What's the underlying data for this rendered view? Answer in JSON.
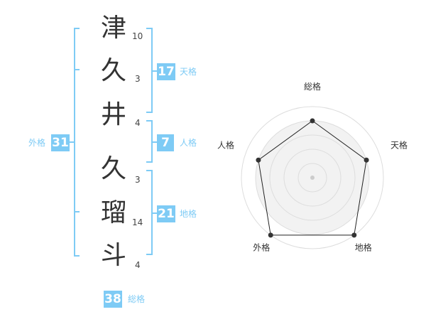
{
  "name": {
    "characters": [
      {
        "char": "津",
        "strokes": "10"
      },
      {
        "char": "久",
        "strokes": "3"
      },
      {
        "char": "井",
        "strokes": "4"
      },
      {
        "char": "久",
        "strokes": "3"
      },
      {
        "char": "瑠",
        "strokes": "14"
      },
      {
        "char": "斗",
        "strokes": "4"
      }
    ]
  },
  "fortunes": {
    "tenkaku": {
      "label": "天格",
      "value": "17"
    },
    "jinkaku": {
      "label": "人格",
      "value": "7"
    },
    "chikaku": {
      "label": "地格",
      "value": "21"
    },
    "gaikaku": {
      "label": "外格",
      "value": "31"
    },
    "soukaku": {
      "label": "総格",
      "value": "38"
    }
  },
  "radar": {
    "axes": [
      "総格",
      "天格",
      "地格",
      "外格",
      "人格"
    ],
    "levels": 5,
    "values": [
      4,
      4,
      5,
      5,
      4
    ],
    "colors": {
      "ring_fill": "#f2f2f2",
      "ring_stroke": "#dddddd",
      "line": "#222222",
      "point": "#333333"
    }
  },
  "colors": {
    "accent": "#7ecbf5",
    "bracket": "#7ecbf5"
  }
}
